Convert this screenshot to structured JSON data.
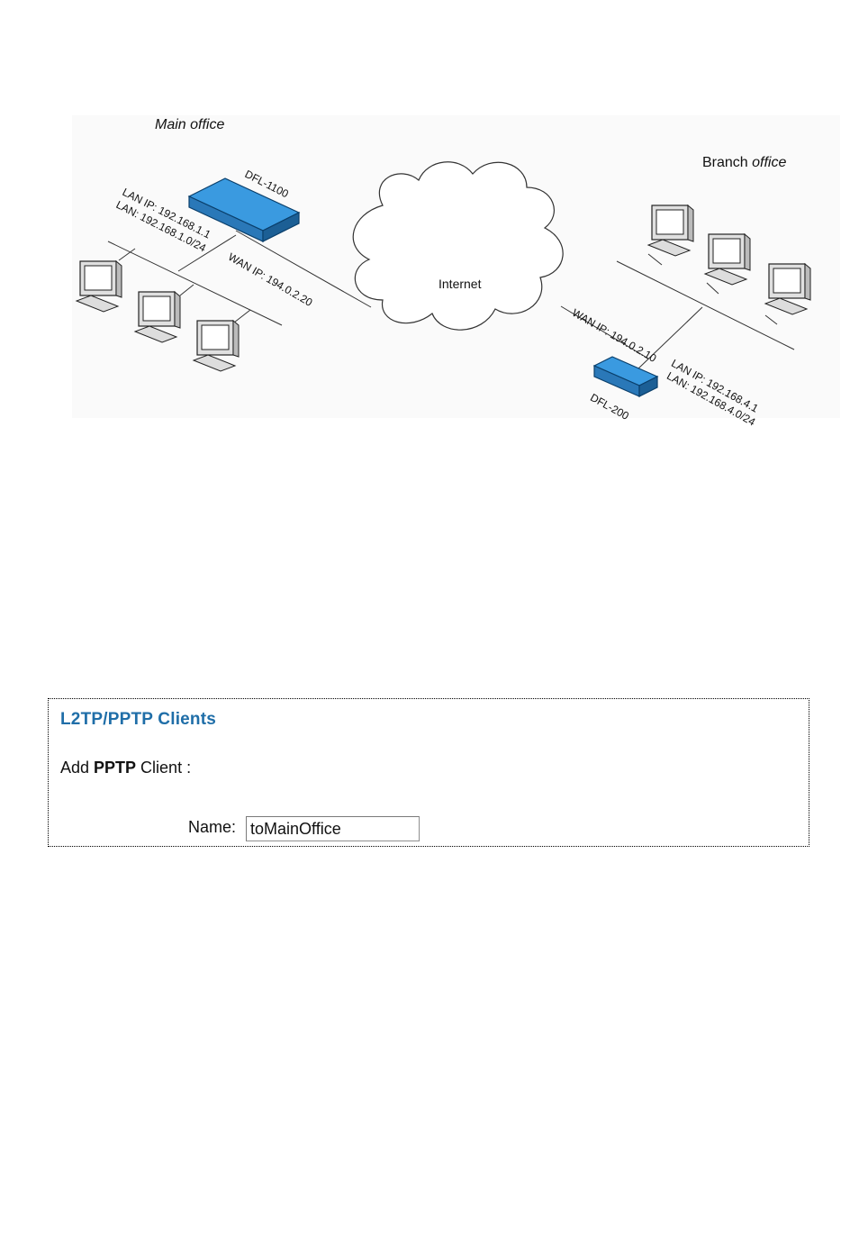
{
  "diagram": {
    "main_office_label": "Main office",
    "branch_office_label_prefix": "Branch ",
    "branch_office_label_italic": "office",
    "internet_label": "Internet",
    "main_device": {
      "name": "DFL-1100",
      "lan_ip": "LAN IP: 192.168.1.1",
      "lan": "LAN: 192.168.1.0/24",
      "wan_ip": "WAN IP: 194.0.2.20"
    },
    "branch_device": {
      "name": "DFL-200",
      "wan_ip": "WAN IP: 194.0.2.10",
      "lan_ip": "LAN IP: 192.168.4.1",
      "lan": "LAN: 192.168.4.0/24"
    },
    "icons": {
      "router": "router-icon",
      "computer": "computer-icon",
      "cloud": "cloud-icon"
    },
    "colors": {
      "router_fill": "#3a9ae0",
      "router_stroke": "#0a3f6b"
    }
  },
  "panel": {
    "title": "L2TP/PPTP Clients",
    "subtitle_prefix": "Add ",
    "subtitle_bold": "PPTP",
    "subtitle_suffix": " Client :",
    "name_label": "Name:",
    "name_value": "toMainOffice",
    "title_color": "#1f6ea8"
  }
}
